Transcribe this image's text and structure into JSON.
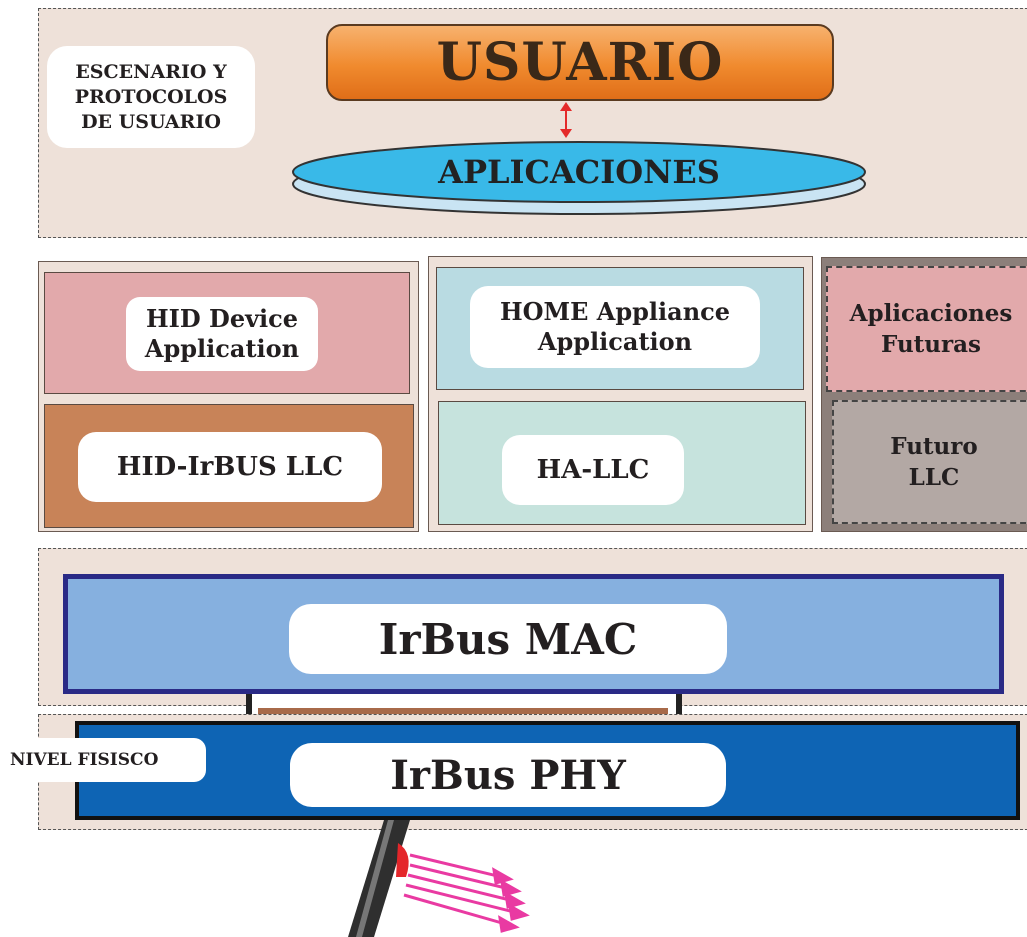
{
  "top": {
    "scenario_label": "ESCENARIO Y PROTOCOLOS DE USUARIO",
    "user_label": "USUARIO",
    "apps_label": "APLICACIONES"
  },
  "apps_layer": {
    "hid_app": "HID Device Application",
    "hid_llc": "HID-IrBUS LLC",
    "home_app": "HOME Appliance Application",
    "ha_llc": "HA-LLC",
    "future_apps": "Aplicaciones Futuras",
    "future_llc": "Futuro LLC"
  },
  "mac_layer": {
    "label": "IrBus MAC"
  },
  "phy_layer": {
    "label": "IrBus PHY",
    "level_label": "NIVEL FISISCO"
  },
  "colors": {
    "band": "#eee1d9",
    "user": "#f08a2e",
    "apps": "#39b9e8",
    "hid_app": "#e2a9ab",
    "hid_llc": "#c88358",
    "home_app": "#b9dbe2",
    "ha_llc": "#c6e3dd",
    "future": "#e2a9ab",
    "future_llc": "#b3a8a4",
    "mac": "#86b0df",
    "mac_border": "#2a2a86",
    "phy": "#0e64b4",
    "ir_beam": "#e93aa2"
  }
}
